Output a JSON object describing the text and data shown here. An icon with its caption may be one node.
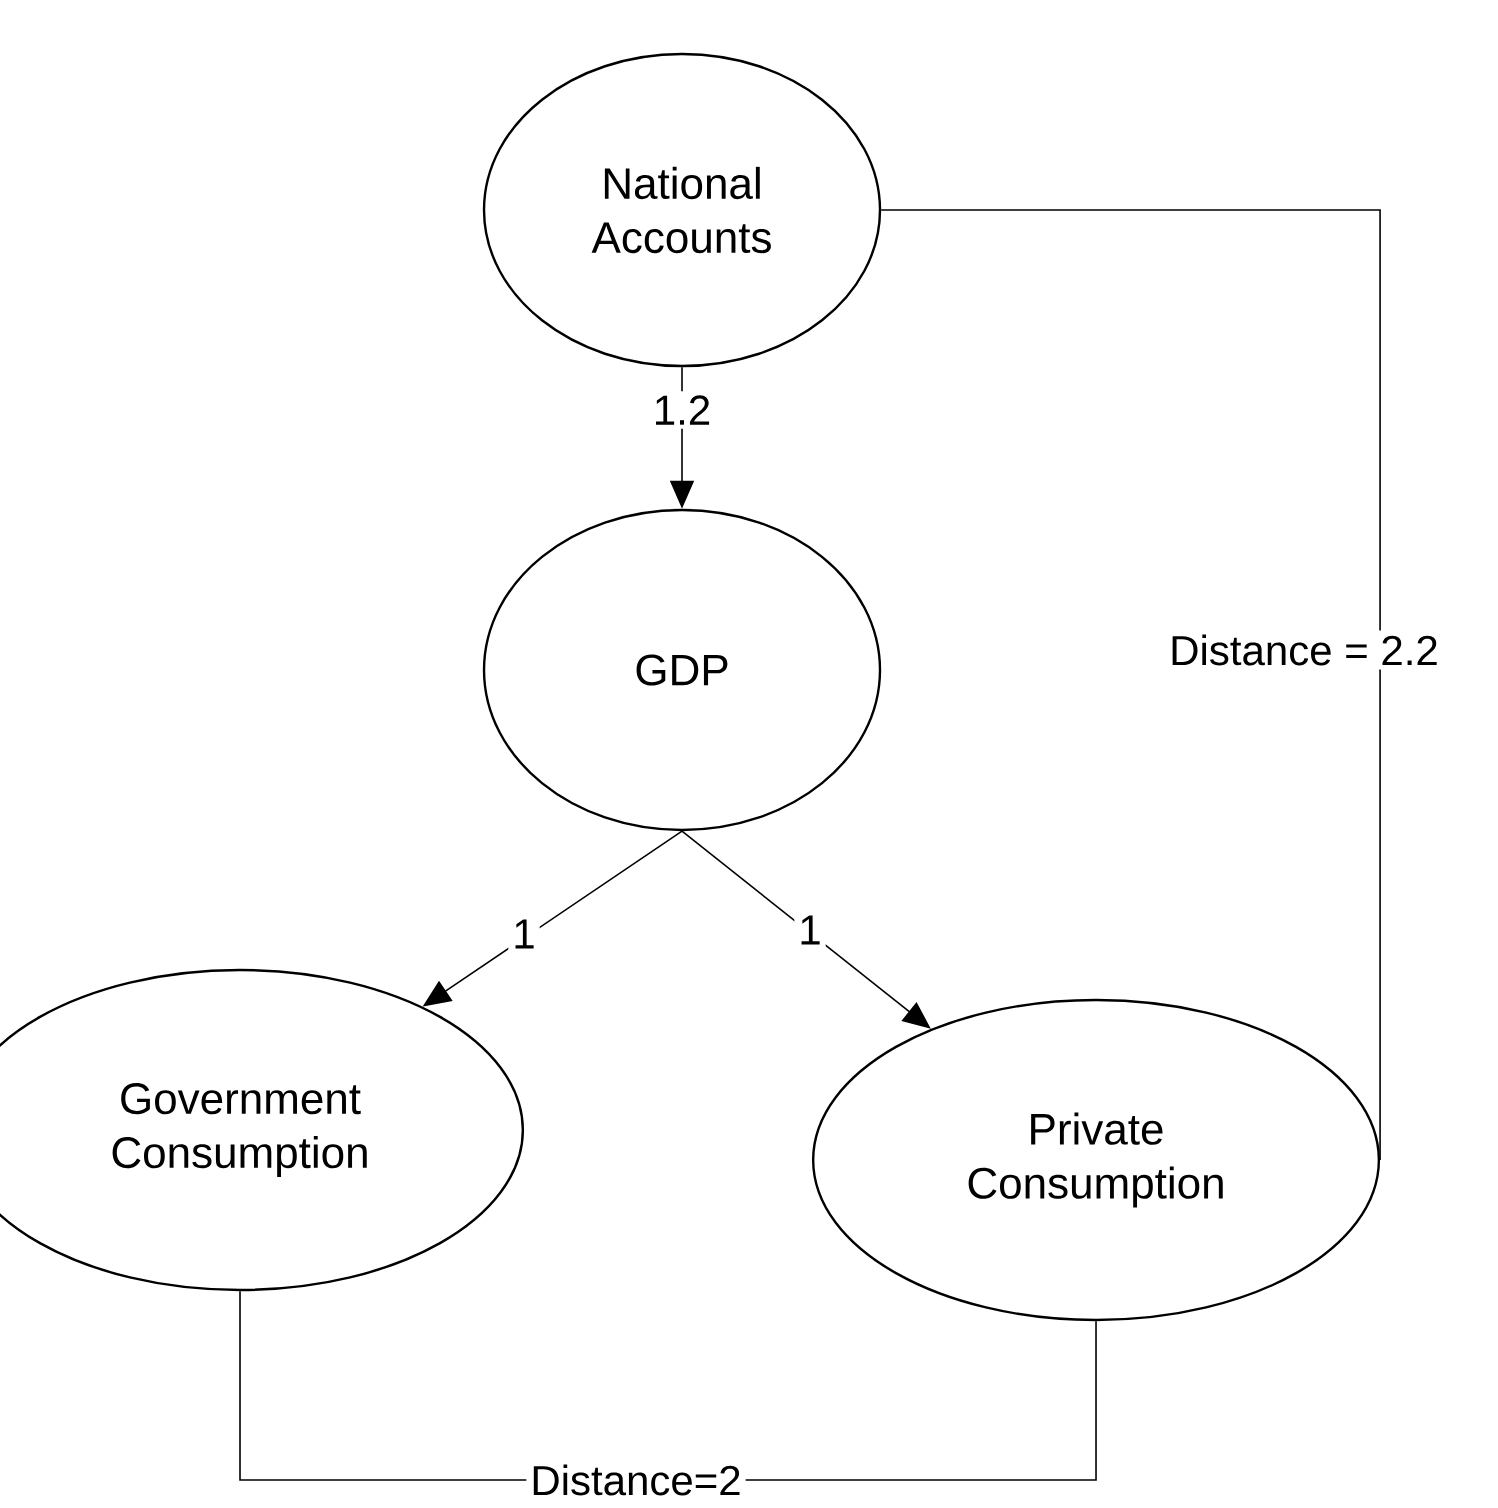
{
  "diagram": {
    "nodes": [
      {
        "text": [
          "National Accounts"
        ]
      },
      {
        "text": [
          "GDP"
        ]
      },
      {
        "text": [
          "Government Consumption"
        ]
      },
      {
        "text": [
          "Private Consumption"
        ]
      }
    ],
    "edges": [
      {
        "from": 0,
        "to": 1,
        "arrow": "to",
        "label": "1.2"
      },
      {
        "from": 1,
        "to": 2,
        "arrow": "to",
        "label": "1"
      },
      {
        "from": 1,
        "to": 3,
        "arrow": "to",
        "label": "1"
      },
      {
        "from": 0,
        "to": 3,
        "arrow": "none",
        "label": "Distance = 2.2"
      },
      {
        "from": 2,
        "to": 3,
        "arrow": "none",
        "label": "Distance=2"
      }
    ]
  }
}
